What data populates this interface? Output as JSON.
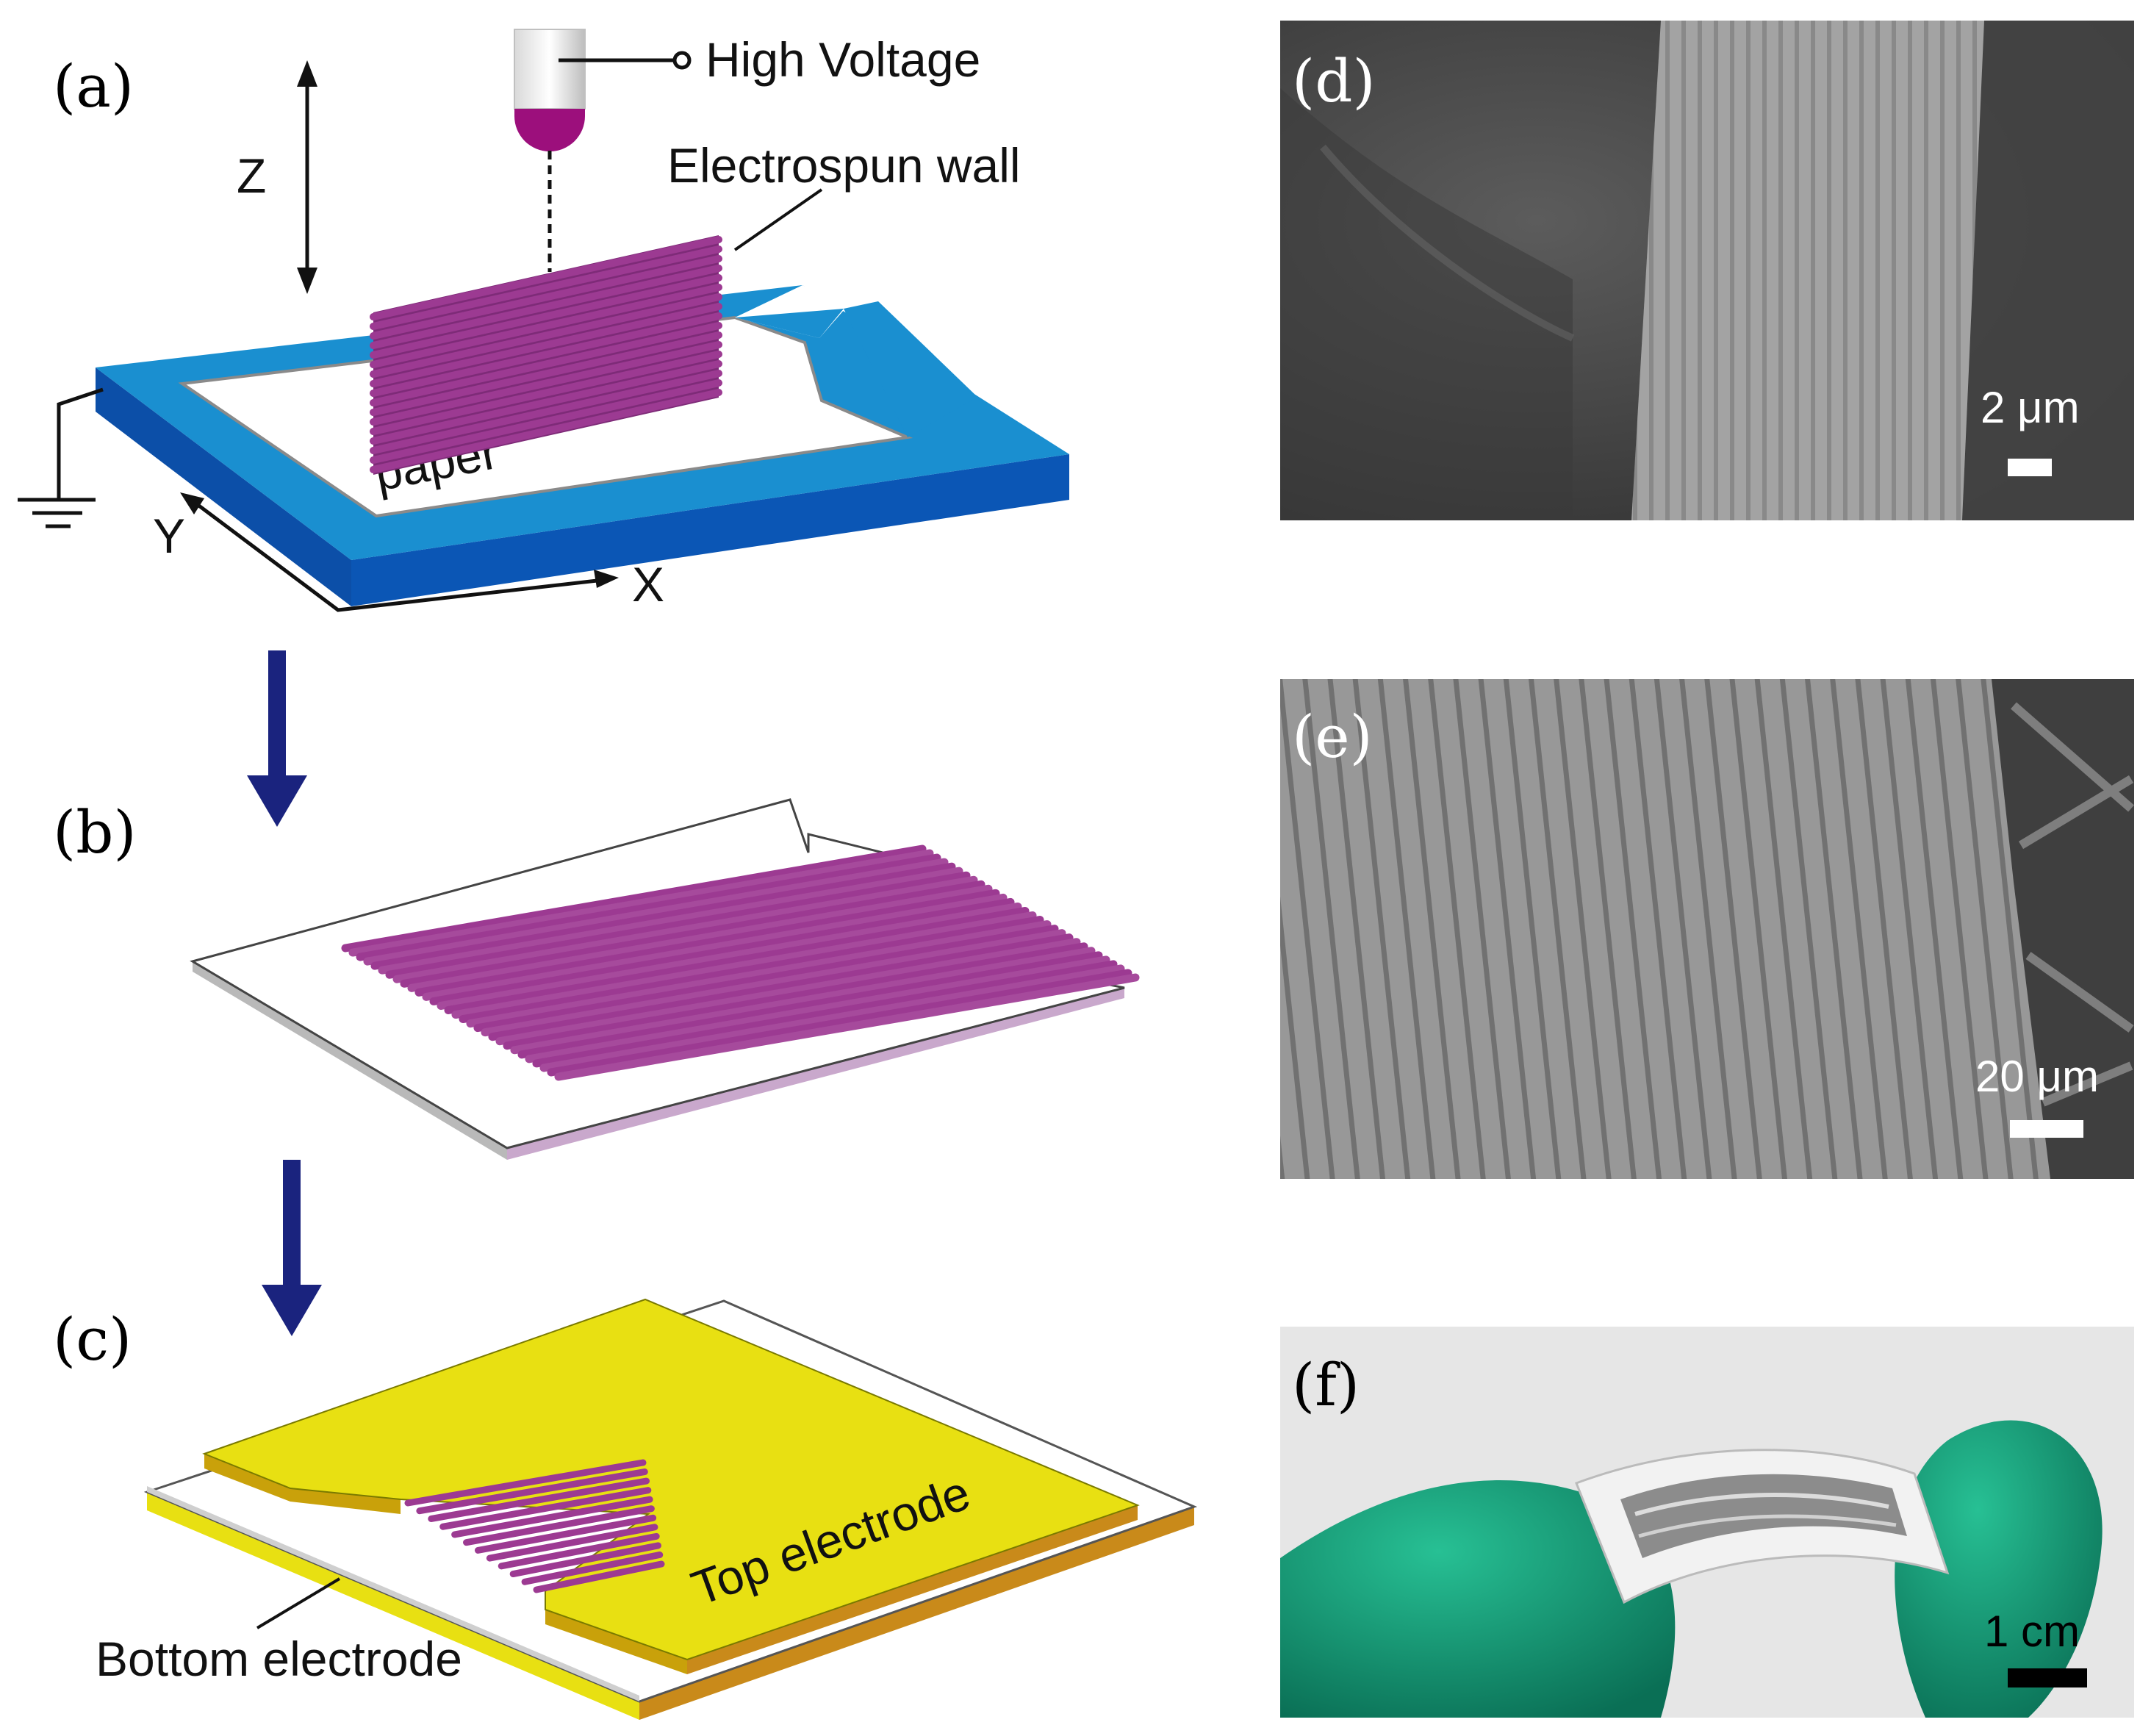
{
  "panels": {
    "a": {
      "letter": "(a)",
      "high_voltage": "High Voltage",
      "electrospun_wall": "Electrospun wall",
      "paper": "paper",
      "axis_z": "Z",
      "axis_y": "Y",
      "axis_x": "X"
    },
    "b": {
      "letter": "(b)"
    },
    "c": {
      "letter": "(c)",
      "top_electrode": "Top electrode",
      "bottom_electrode": "Bottom electrode"
    },
    "d": {
      "letter": "(d)",
      "scale_bar": "2 μm"
    },
    "e": {
      "letter": "(e)",
      "scale_bar": "20 μm"
    },
    "f": {
      "letter": "(f)",
      "scale_bar": "1 cm"
    }
  },
  "icons": [
    "ground-icon",
    "nozzle-icon",
    "down-arrow-icon"
  ],
  "colors": {
    "collector_blue": "#1a8fd0",
    "collector_dark_blue": "#0c4fa8",
    "fiber_magenta": "#9c3a92",
    "electrode_yellow": "#e8e012",
    "electrode_edge": "#c98a1a",
    "arrow_navy": "#1a237e",
    "glove_green": "#13a07a"
  }
}
